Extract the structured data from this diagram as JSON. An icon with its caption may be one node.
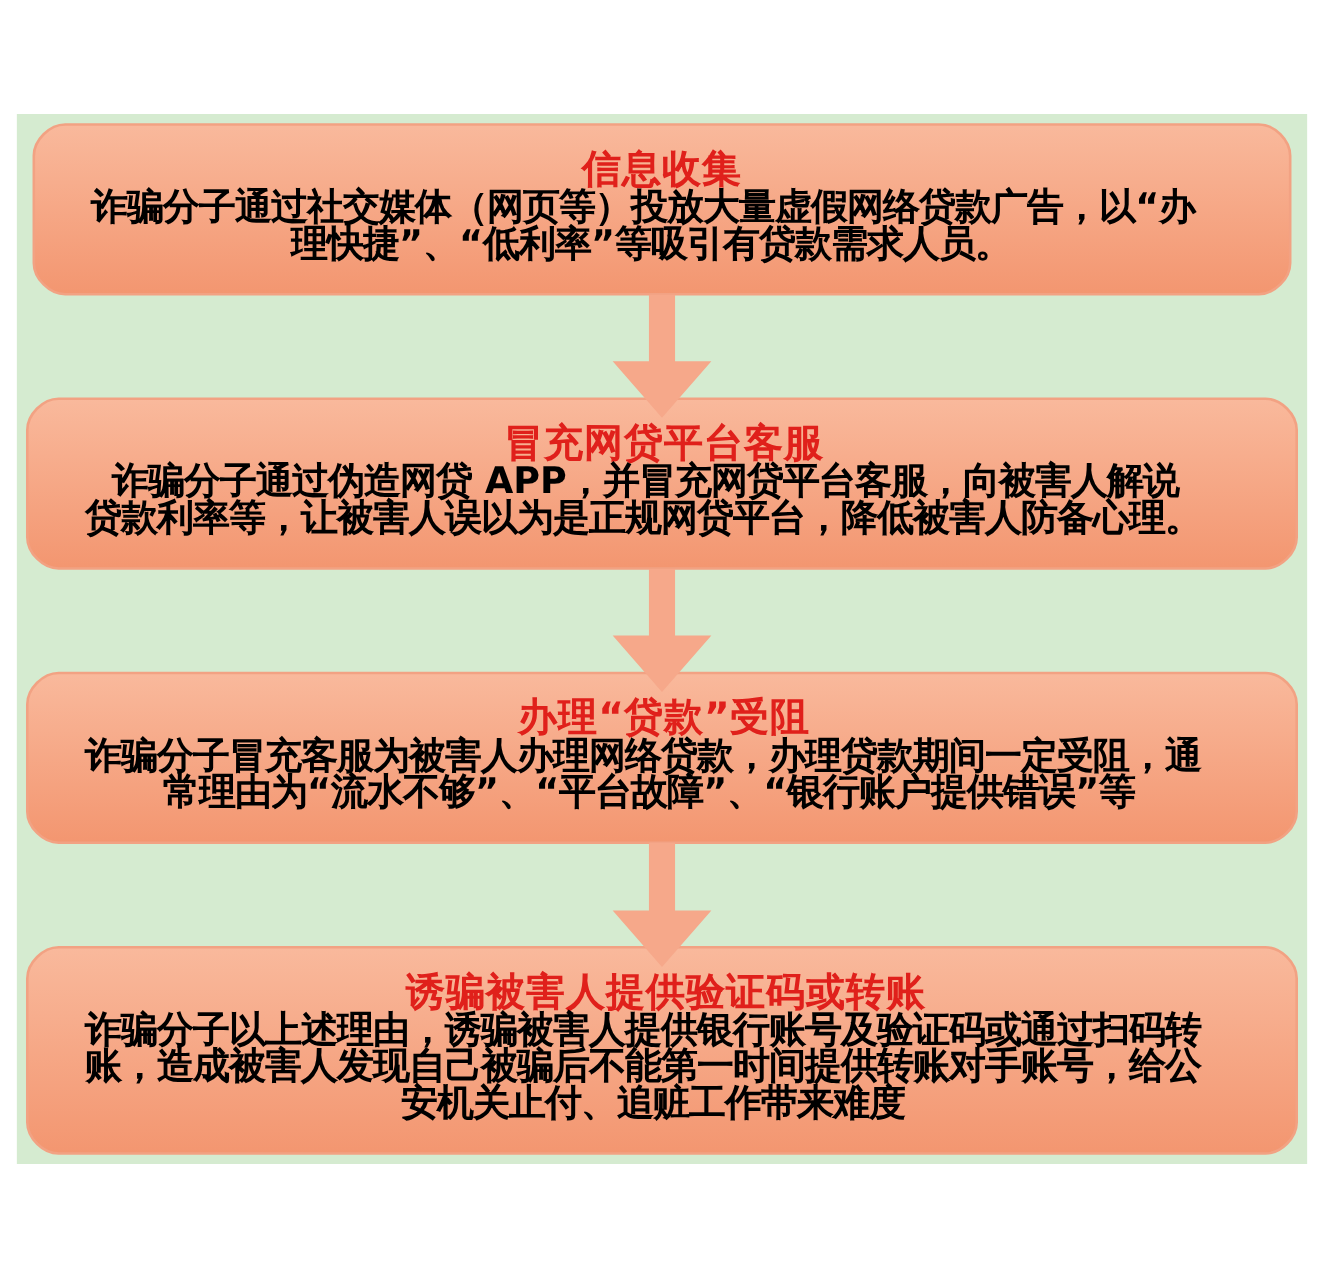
{
  "diagram": {
    "nodes": [
      {
        "text": [
          "信息收集",
          "诈骗分子通过社交媒体（网页等）投放大量虚假网络贷款广告，以“办理快捷”、“低利率”等吸引有贷款需求人员。"
        ]
      },
      {
        "text": [
          "冒充网贷平台客服",
          "诈骗分子通过伪造网贷 APP，并冒充网贷平台客服，向被害人解说贷款利率等，让被害人误以为是正规网贷平台，降低被害人防备心理。"
        ]
      },
      {
        "text": [
          "办理“贷款”受阻",
          "诈骗分子冒充客服为被害人办理网络贷款，办理贷款期间一定受阻，通常理由为“流水不够”、“平台故障”、“银行账户提供错误”等"
        ]
      },
      {
        "text": [
          "诱骗被害人提供验证码或转账",
          "诈骗分子以上述理由，诱骗被害人提供银行账号及验证码或通过扫码转账，造成被害人发现自己被骗后不能第一时间提供转账对手账号，给公安机关止付、追赃工作带来难度"
        ]
      }
    ],
    "edges": [
      {
        "from": 0,
        "to": 1,
        "arrow": "to"
      },
      {
        "from": 1,
        "to": 2,
        "arrow": "to"
      },
      {
        "from": 2,
        "to": 3,
        "arrow": "to"
      }
    ]
  }
}
